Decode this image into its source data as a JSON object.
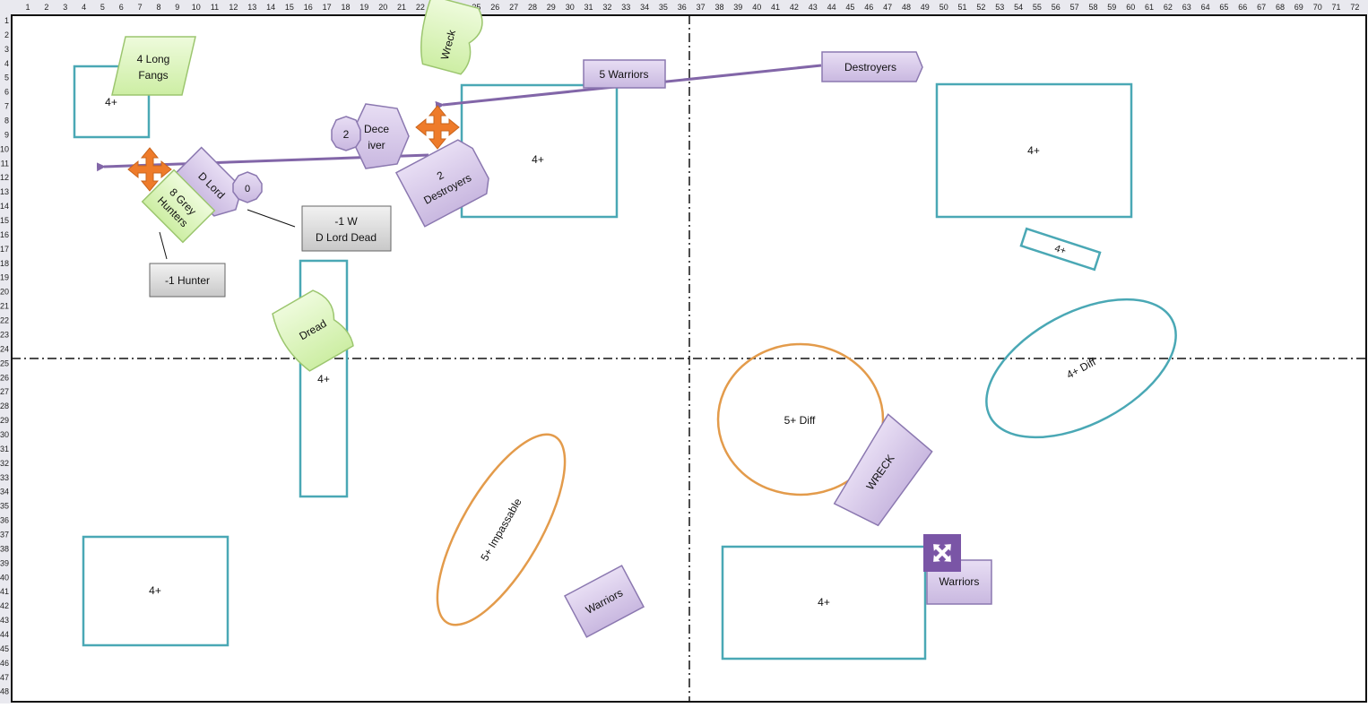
{
  "ruler": {
    "columns": [
      "1",
      "2",
      "3",
      "4",
      "5",
      "6",
      "7",
      "8",
      "9",
      "10",
      "11",
      "12",
      "13",
      "14",
      "15",
      "16",
      "17",
      "18",
      "19",
      "20",
      "21",
      "22",
      "23",
      "24",
      "25",
      "26",
      "27",
      "28",
      "29",
      "30",
      "31",
      "32",
      "33",
      "34",
      "35",
      "36",
      "37",
      "38",
      "39",
      "40",
      "41",
      "42",
      "43",
      "44",
      "45",
      "46",
      "47",
      "48",
      "49",
      "50",
      "51",
      "52",
      "53",
      "54",
      "55",
      "56",
      "57",
      "58",
      "59",
      "60",
      "61",
      "62",
      "63",
      "64",
      "65",
      "66",
      "67",
      "68",
      "69",
      "70",
      "71",
      "72"
    ],
    "rows": [
      "1",
      "2",
      "3",
      "4",
      "5",
      "6",
      "7",
      "8",
      "9",
      "10",
      "11",
      "12",
      "13",
      "14",
      "15",
      "16",
      "17",
      "18",
      "19",
      "20",
      "21",
      "22",
      "23",
      "24",
      "25",
      "26",
      "27",
      "28",
      "29",
      "30",
      "31",
      "32",
      "33",
      "34",
      "35",
      "36",
      "37",
      "38",
      "39",
      "40",
      "41",
      "42",
      "43",
      "44",
      "45",
      "46",
      "47",
      "48"
    ]
  },
  "terrain": {
    "ruin_top_left": "4+",
    "ruin_top_center": "4+",
    "ruin_top_right": "4+",
    "ruin_small_right": "4+",
    "ruin_center_tall": "4+",
    "ruin_bottom_left": "4+",
    "ruin_bottom_right": "4+",
    "forest_right": "4+ Diff",
    "crater_right": "5+ Diff",
    "impassable_center": "5+ Impassable"
  },
  "units": {
    "long_fangs": [
      "4 Long",
      "Fangs"
    ],
    "wreck_top": "Wreck",
    "five_warriors": "5 Warriors",
    "destroyers": "Destroyers",
    "deceiver": [
      "Dece",
      "iver"
    ],
    "deceiver_badge": "2",
    "two_destroyers": [
      "2",
      "Destroyers"
    ],
    "d_lord": "D Lord",
    "d_lord_badge": "0",
    "grey_hunters": [
      "8 Grey",
      "Hunters"
    ],
    "dread": "Dread",
    "warriors_center": "Warriors",
    "warriors_right": "Warriors",
    "wreck_big": "WRECK"
  },
  "notes": {
    "d_lord_dead": [
      "-1 W",
      "D Lord Dead"
    ],
    "minus_hunter": "-1 Hunter"
  },
  "colors": {
    "terrain_outline": "#4aa8b5",
    "orange_outline": "#e39b4b",
    "purple_fill": "#d9cdea",
    "purple_stroke": "#8b78b0",
    "green_fill": "#d8f2b6",
    "green_stroke": "#9cc66f",
    "arrow_purple": "#8266a8",
    "orange_move": "#ee7b2a"
  }
}
